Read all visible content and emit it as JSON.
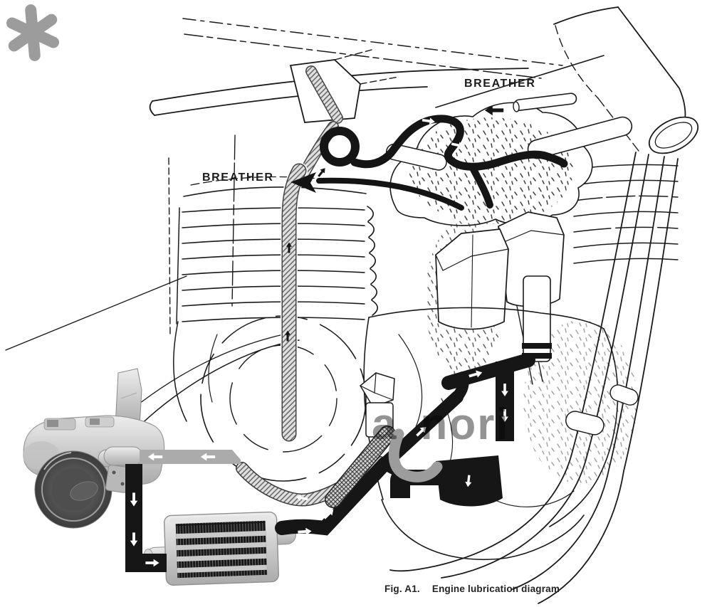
{
  "figure": {
    "caption": {
      "fig_label": "Fig. A1.",
      "title": "Engine lubrication diagram"
    },
    "labels": {
      "breather_top": "BREATHER",
      "breather_left": "BREATHER"
    },
    "watermark": {
      "fragment_1": "a",
      "fragment_2": "nori"
    },
    "colors": {
      "ink": "#1a1a1a",
      "flow_pipe_black": "#161616",
      "flow_pipe_gray": "#ababab",
      "hatch_fill": "#e0e0e0",
      "watermark_gray": "#8a8a8a",
      "paper": "#ffffff",
      "photo_light": "#ededed",
      "photo_dark": "#3c3c3c"
    }
  }
}
